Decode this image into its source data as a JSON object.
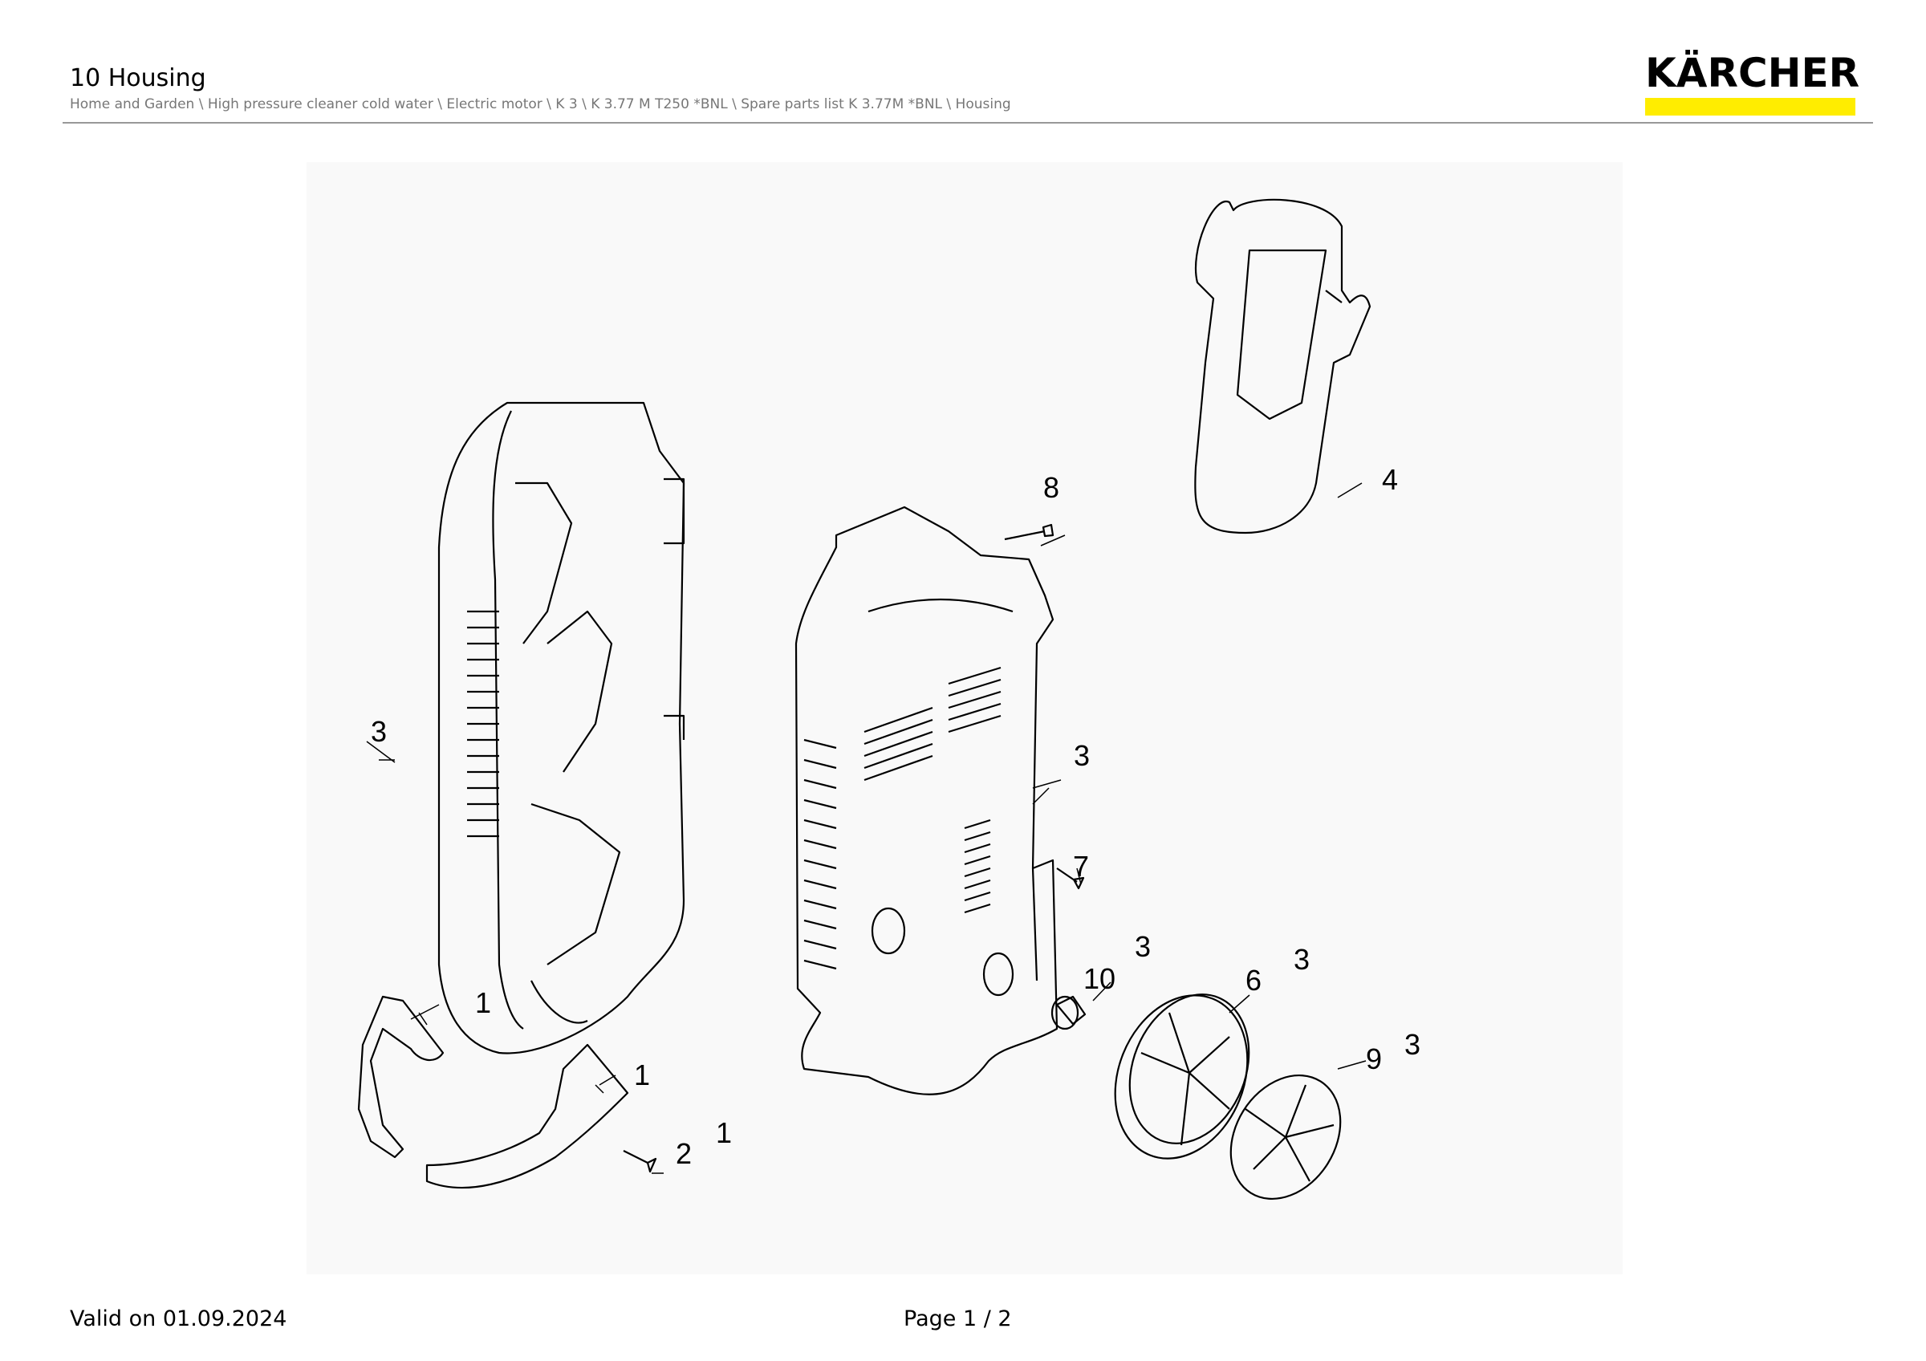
{
  "header": {
    "title": "10 Housing",
    "breadcrumb": "Home and Garden \\ High pressure cleaner cold water \\ Electric motor \\ K 3 \\ K 3.77 M T250 *BNL \\ Spare parts list K 3.77M *BNL \\ Housing"
  },
  "logo": {
    "text": "KÄRCHER",
    "bar_color": "#ffed00"
  },
  "drawing": {
    "callouts": [
      {
        "number": "4",
        "qty": ""
      },
      {
        "number": "8",
        "qty": ""
      },
      {
        "number": "3",
        "qty": ""
      },
      {
        "number": "3",
        "qty": ""
      },
      {
        "number": "7",
        "qty": ""
      },
      {
        "number": "10",
        "qty": "3"
      },
      {
        "number": "6",
        "qty": "3"
      },
      {
        "number": "9",
        "qty": "3"
      },
      {
        "number": "1",
        "qty": ""
      },
      {
        "number": "1",
        "qty": ""
      },
      {
        "number": "2",
        "qty": "1"
      }
    ]
  },
  "footer": {
    "valid": "Valid on 01.09.2024",
    "page": "Page 1 / 2"
  }
}
